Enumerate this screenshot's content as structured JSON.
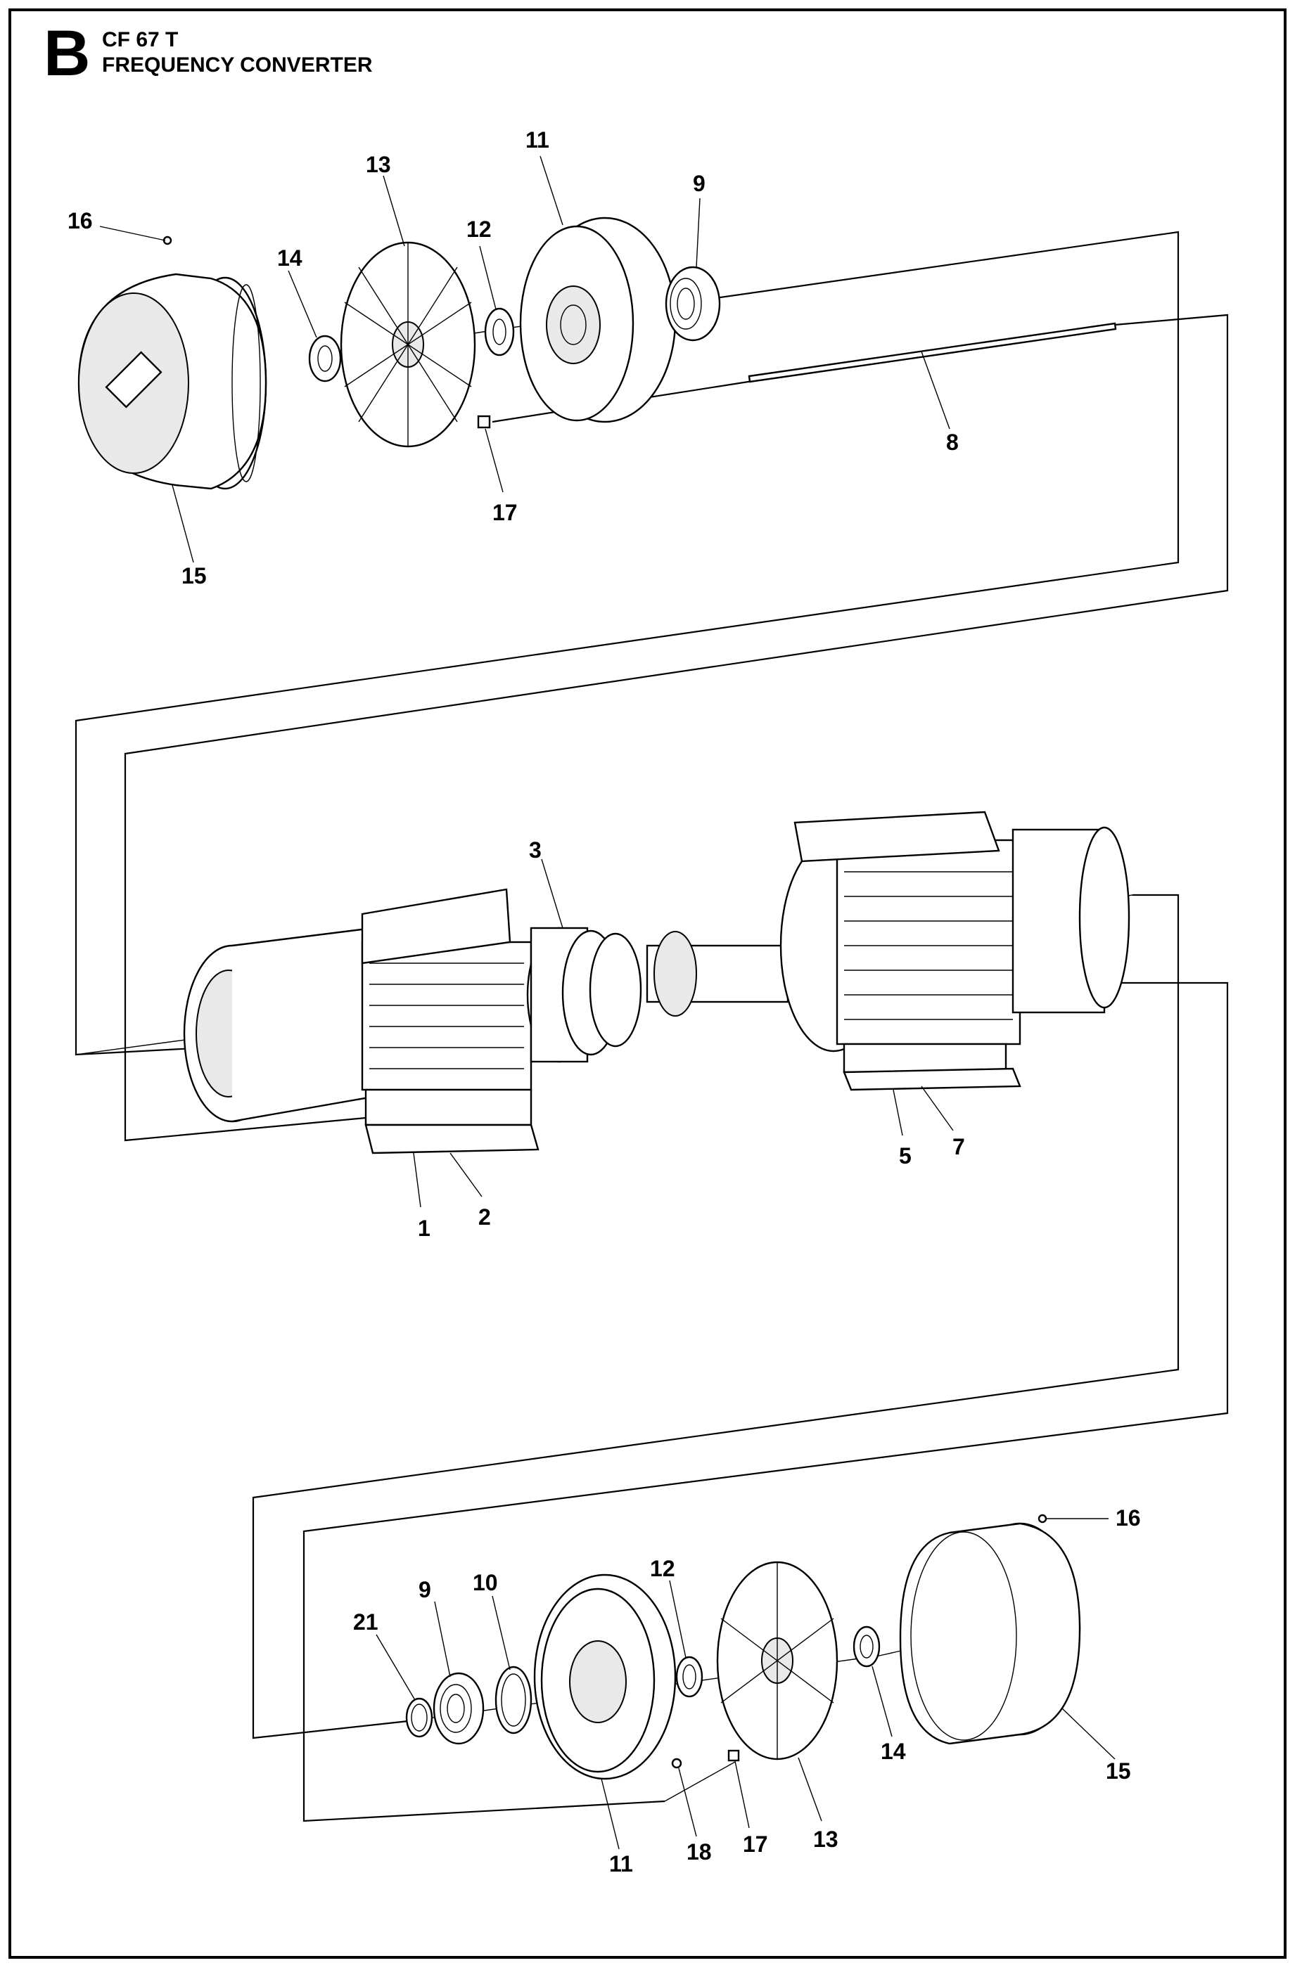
{
  "header": {
    "section_letter": "B",
    "model": "CF 67 T",
    "title": "FREQUENCY CONVERTER"
  },
  "callouts": {
    "top": {
      "p16": "16",
      "p14": "14",
      "p13": "13",
      "p12": "12",
      "p11": "11",
      "p9": "9",
      "p8": "8",
      "p17": "17",
      "p15": "15"
    },
    "middle": {
      "p3": "3",
      "p1": "1",
      "p2": "2",
      "p5": "5",
      "p7": "7"
    },
    "bottom": {
      "p21": "21",
      "p9": "9",
      "p10": "10",
      "p12": "12",
      "p16": "16",
      "p14": "14",
      "p15": "15",
      "p11": "11",
      "p18": "18",
      "p17": "17",
      "p13": "13"
    }
  }
}
